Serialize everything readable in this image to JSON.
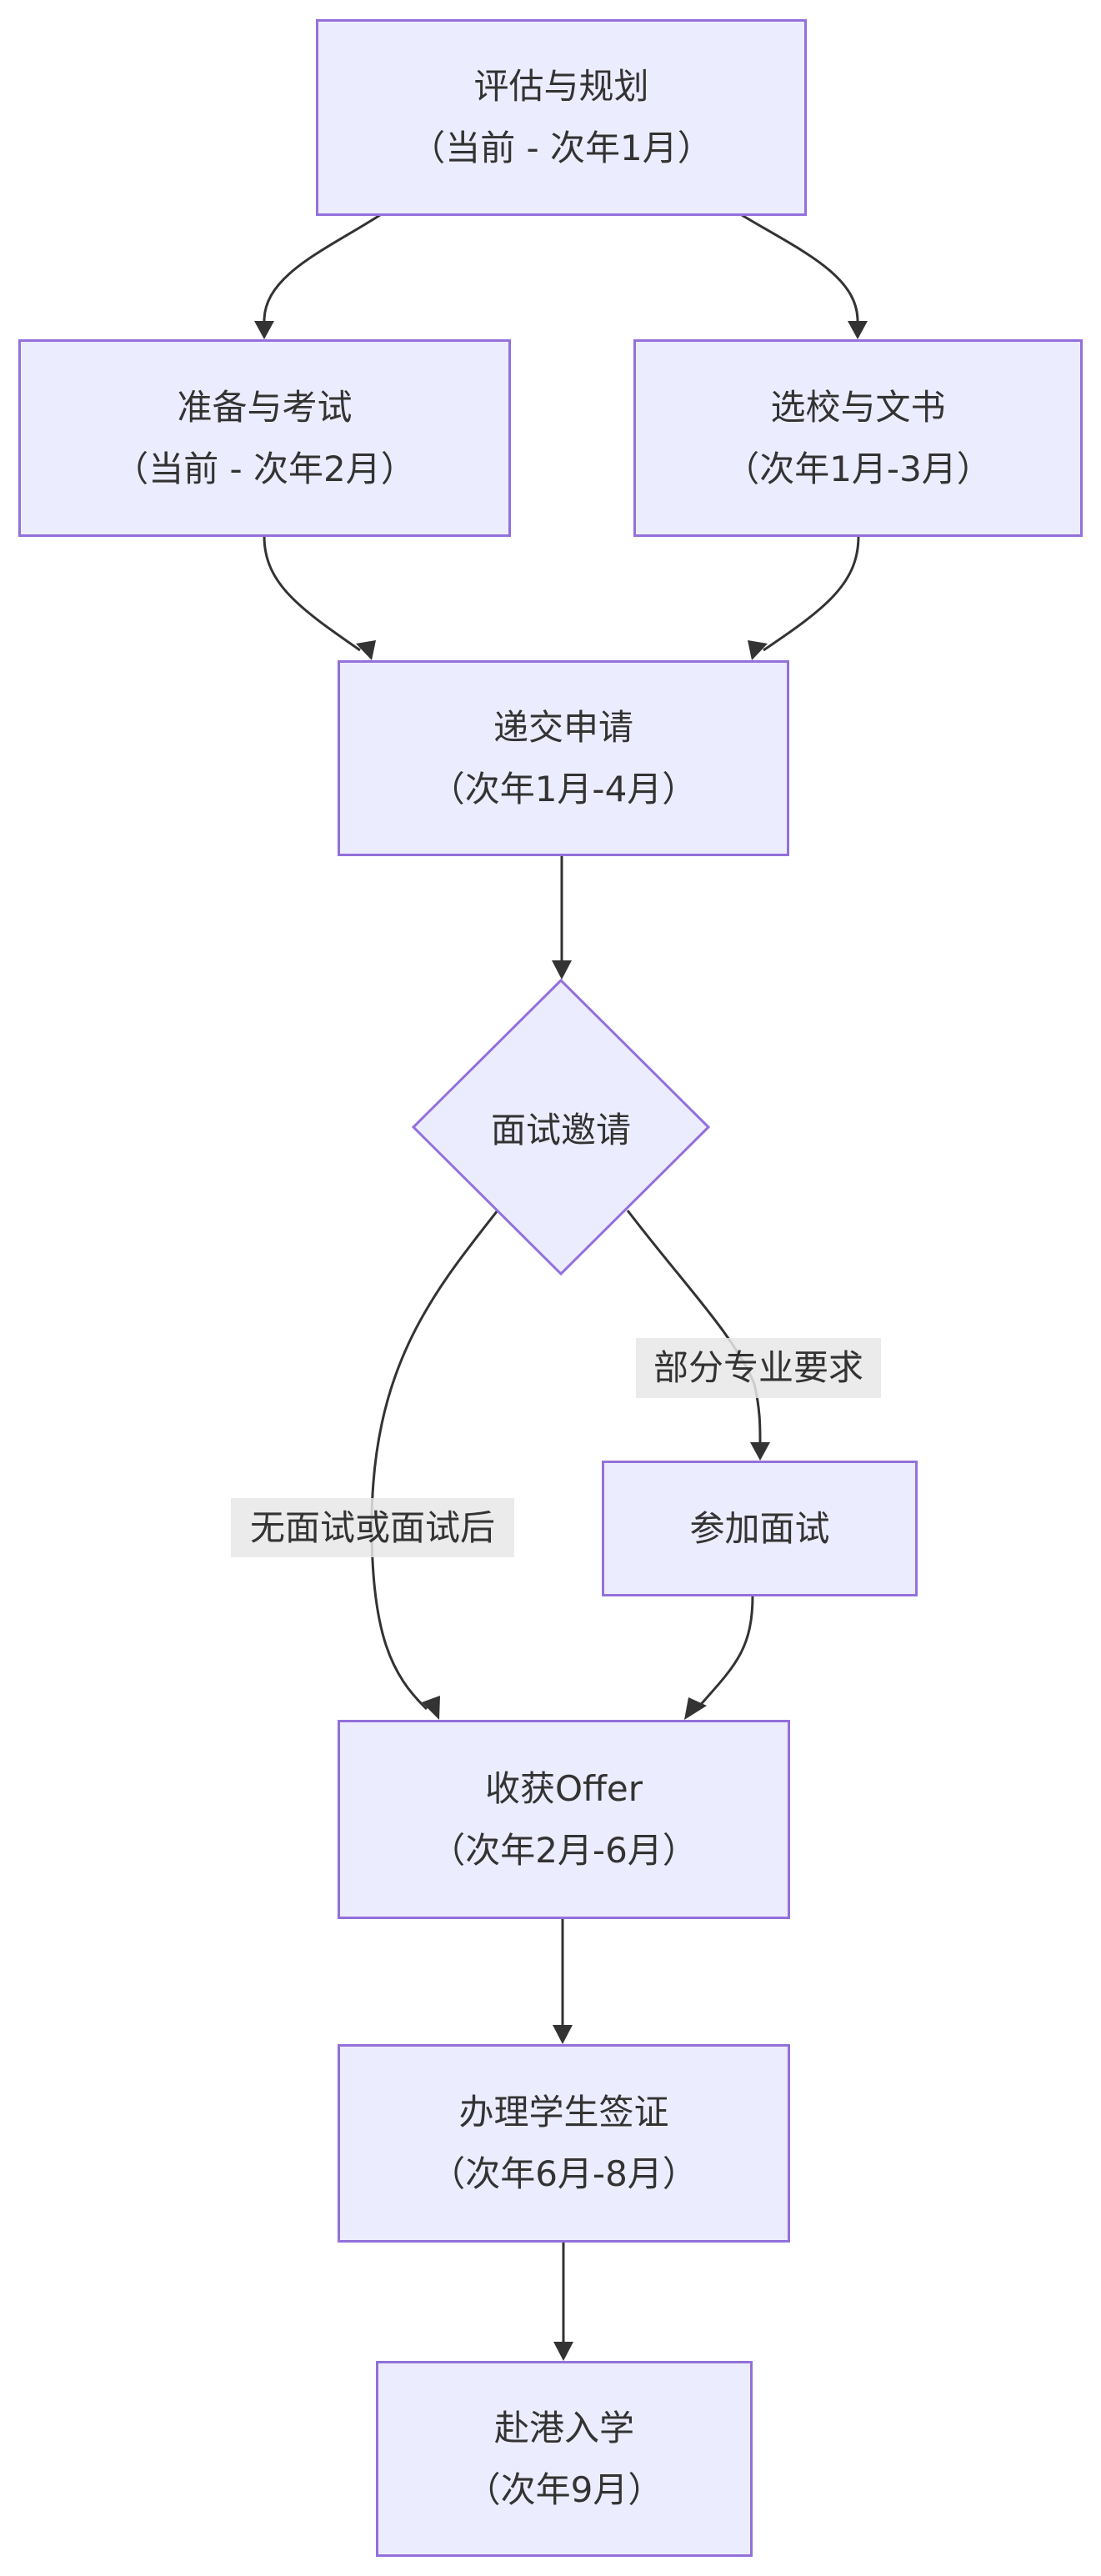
{
  "diagram": {
    "type": "flowchart",
    "direction": "top-to-bottom",
    "colors": {
      "node_fill": "#ECECFF",
      "node_stroke": "#9370DB",
      "edge": "#333333",
      "text": "#333333",
      "edge_label_bg": "#E8E8E8"
    },
    "nodes": {
      "assess": {
        "title": "评估与规划",
        "period": "（当前 - 次年1月）"
      },
      "prepare": {
        "title": "准备与考试",
        "period": "（当前 - 次年2月）"
      },
      "select": {
        "title": "选校与文书",
        "period": "（次年1月-3月）"
      },
      "submit": {
        "title": "递交申请",
        "period": "（次年1月-4月）"
      },
      "decision": {
        "title": "面试邀请"
      },
      "interview": {
        "title": "参加面试"
      },
      "offer": {
        "title": "收获Offer",
        "period": "（次年2月-6月）"
      },
      "visa": {
        "title": "办理学生签证",
        "period": "（次年6月-8月）"
      },
      "enroll": {
        "title": "赴港入学",
        "period": "（次年9月）"
      }
    },
    "edges": [
      {
        "from": "assess",
        "to": "prepare",
        "label": ""
      },
      {
        "from": "assess",
        "to": "select",
        "label": ""
      },
      {
        "from": "prepare",
        "to": "submit",
        "label": ""
      },
      {
        "from": "select",
        "to": "submit",
        "label": ""
      },
      {
        "from": "submit",
        "to": "decision",
        "label": ""
      },
      {
        "from": "decision",
        "to": "interview",
        "label": "部分专业要求"
      },
      {
        "from": "decision",
        "to": "offer",
        "label": "无面试或面试后"
      },
      {
        "from": "interview",
        "to": "offer",
        "label": ""
      },
      {
        "from": "offer",
        "to": "visa",
        "label": ""
      },
      {
        "from": "visa",
        "to": "enroll",
        "label": ""
      }
    ],
    "edge_labels": {
      "some_programs_required": "部分专业要求",
      "no_interview_or_after": "无面试或面试后"
    }
  }
}
